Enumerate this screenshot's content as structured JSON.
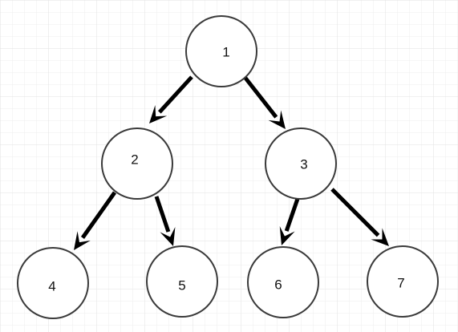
{
  "diagram": {
    "type": "binary-tree",
    "nodes": [
      {
        "id": "n1",
        "label": "1"
      },
      {
        "id": "n2",
        "label": "2"
      },
      {
        "id": "n3",
        "label": "3"
      },
      {
        "id": "n4",
        "label": "4"
      },
      {
        "id": "n5",
        "label": "5"
      },
      {
        "id": "n6",
        "label": "6"
      },
      {
        "id": "n7",
        "label": "7"
      }
    ],
    "edges": [
      {
        "from": "n1",
        "to": "n2"
      },
      {
        "from": "n1",
        "to": "n3"
      },
      {
        "from": "n2",
        "to": "n4"
      },
      {
        "from": "n2",
        "to": "n5"
      },
      {
        "from": "n3",
        "to": "n6"
      },
      {
        "from": "n3",
        "to": "n7"
      }
    ]
  },
  "colors": {
    "background": "#ffffff",
    "grid_minor": "#eeeeee",
    "grid_major": "#e2e2e2",
    "node_fill": "#ffffff",
    "node_stroke": "#3a3a3a",
    "edge": "#000000",
    "text": "#111111"
  }
}
